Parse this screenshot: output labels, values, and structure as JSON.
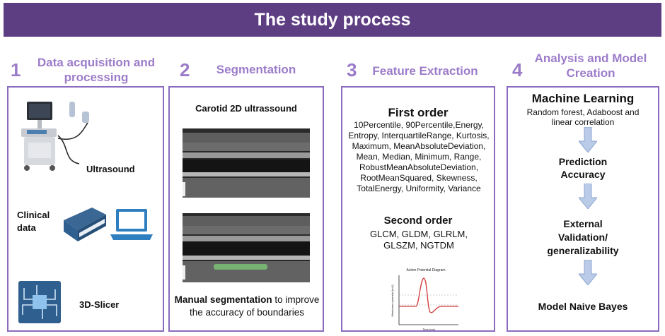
{
  "title": "The study process",
  "sections": [
    {
      "number": "1",
      "title": "Data acquisition and processing"
    },
    {
      "number": "2",
      "title": "Segmentation"
    },
    {
      "number": "3",
      "title": "Feature Extraction"
    },
    {
      "number": "4",
      "title": "Analysis and Model Creation"
    }
  ],
  "panel1": {
    "ultrasound_label": "Ultrasound",
    "clinical_label": "Clinical data",
    "slicer_label": "3D-Slicer"
  },
  "panel2": {
    "heading": "Carotid 2D ultrassound",
    "caption_bold": "Manual segmentation",
    "caption_rest": " to improve the accuracy of boundaries",
    "segmentation_color": "#7fcf7a"
  },
  "panel3": {
    "first_order_heading": "First order",
    "first_order_features": "10Percentile, 90Percentile,Energy, Entropy, InterquartileRange, Kurtosis, Maximum, MeanAbsoluteDeviation, Mean, Median, Minimum, Range, RobustMeanAbsoluteDeviation, RootMeanSquared, Skewness, TotalEnergy, Uniformity, Variance",
    "second_order_heading": "Second order",
    "second_order_features": "GLCM, GLDM, GLRLM, GLSZM, NGTDM",
    "diagram_title": "Action Potential Diagram",
    "diagram_ylabel": "Membrane potential (mV)",
    "diagram_xlabel": "Time (ms)"
  },
  "panel4": {
    "ml_heading": "Machine Learning",
    "ml_desc": "Random forest, Adaboost and linear correlation",
    "step1": "Prediction Accuracy",
    "step2": "External Validation/ generalizability",
    "step3": "Model Naive Bayes",
    "arrow_color": "#b9cbe6"
  },
  "colors": {
    "banner": "#5e3e82",
    "accent": "#9c7cc9",
    "panel_border": "#8a6bbf",
    "icon_blue": "#2f5f8f"
  }
}
